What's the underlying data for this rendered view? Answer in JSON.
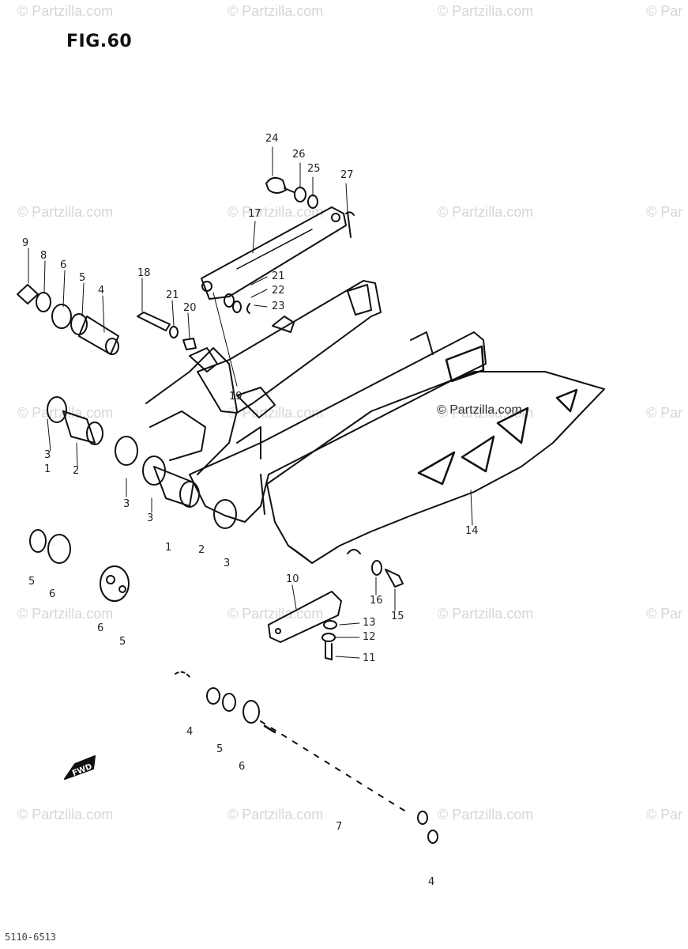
{
  "figure": {
    "title": "FIG.60",
    "footer_code": "5110-6513"
  },
  "watermark": {
    "text": "© Partzilla.com",
    "partial_text": "© Par",
    "inline_text": "© Partzilla.com"
  },
  "callouts": [
    "24",
    "26",
    "25",
    "27",
    "17",
    "9",
    "8",
    "6",
    "5",
    "4",
    "18",
    "21",
    "20",
    "21",
    "22",
    "23",
    "19",
    "3",
    "1",
    "2",
    "3",
    "3",
    "1",
    "2",
    "3",
    "5",
    "6",
    "6",
    "5",
    "14",
    "10",
    "16",
    "15",
    "13",
    "12",
    "11",
    "4",
    "5",
    "6",
    "7",
    "4"
  ],
  "fwd_marker": "FWD"
}
